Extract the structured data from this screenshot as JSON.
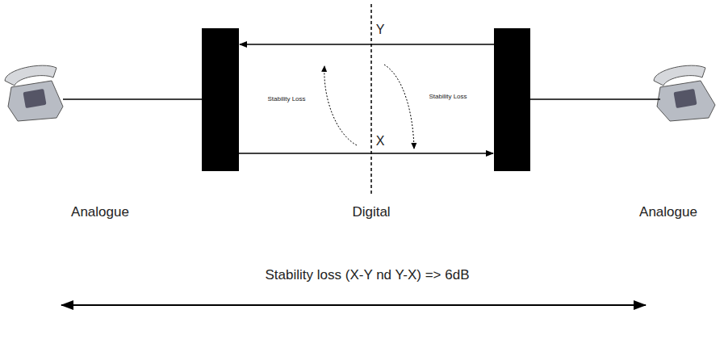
{
  "diagram": {
    "labels": [
      "Y",
      "Stability Loss",
      "Stability Loss",
      "X",
      "Analogue",
      "Digital",
      "Analogue",
      "Stability loss (X-Y nd Y-X) => 6dB"
    ]
  }
}
